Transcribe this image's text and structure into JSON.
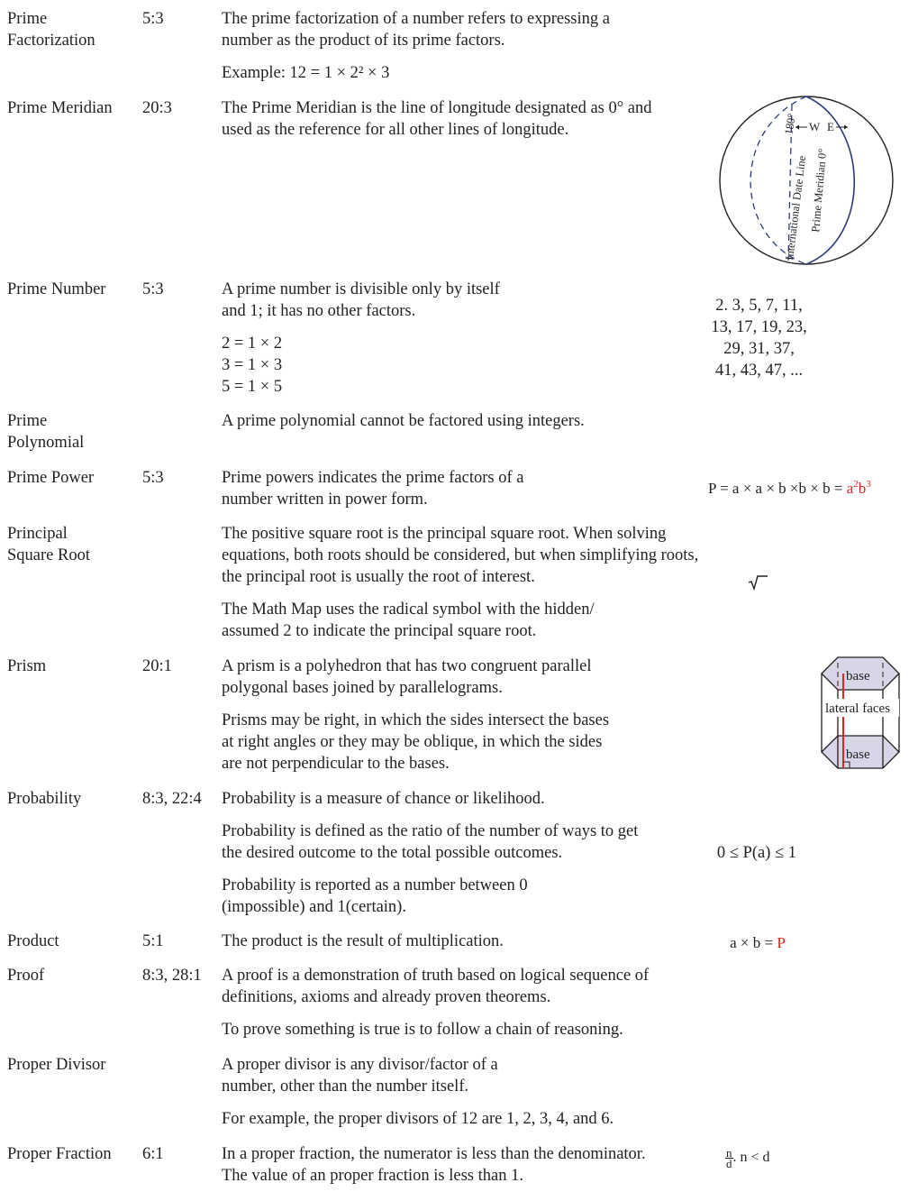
{
  "entries": [
    {
      "term": "Prime Factorization",
      "ref": "5:3",
      "desc": [
        "The prime factorization of a number refers to expressing a number as the product of its prime factors.",
        "Example: 12 = 1 × 2² × 3"
      ]
    },
    {
      "term": "Prime Meridian",
      "ref": "20:3",
      "desc": [
        "The Prime Meridian is the line of longitude designated as 0° and used as the reference for all other lines of longitude."
      ],
      "globe": {
        "idl_label": "International Date Line",
        "idl_deg": "180°",
        "pm_label": "Prime Meridian 0°",
        "west": "W",
        "east": "E"
      }
    },
    {
      "term": "Prime Number",
      "ref": "5:3",
      "desc": [
        "A prime number is divisible only by itself and 1; it has no other factors."
      ],
      "equations": [
        "2 = 1 × 2",
        "3 = 1 × 3",
        "5 = 1 × 5"
      ],
      "illus": [
        "2. 3, 5, 7, 11,",
        "13, 17, 19, 23,",
        "29, 31, 37,",
        "41, 43, 47, ..."
      ]
    },
    {
      "term": "Prime Polynomial",
      "ref": "",
      "desc": [
        "A prime polynomial cannot be factored using integers."
      ]
    },
    {
      "term": "Prime Power",
      "ref": "5:3",
      "desc": [
        "Prime powers indicates the prime factors of a number written in power form."
      ],
      "illus": {
        "prefix": "P = a × a × b ×b × b = ",
        "base_a": "a",
        "exp_a": "2",
        "base_b": "b",
        "exp_b": "3"
      }
    },
    {
      "term": "Principal Square Root",
      "ref": "",
      "desc": [
        "The positive square root is the principal square root. When solving equations, both roots should be considered, but when simplifying roots, the principal root is usually the root of interest.",
        "The Math Map uses the radical symbol with the hidden/ assumed 2 to indicate the principal square root."
      ]
    },
    {
      "term": "Prism",
      "ref": "20:1",
      "desc": [
        "A prism is a polyhedron that has two congruent parallel polygonal bases joined by parallelograms.",
        "Prisms may be right, in which the sides intersect the bases at right angles or they may be oblique, in which the sides are not perpendicular to the bases."
      ],
      "diagram": {
        "top": "base",
        "middle": "lateral faces",
        "bottom": "base"
      }
    },
    {
      "term": "Probability",
      "ref": "8:3, 22:4",
      "desc": [
        "Probability is a measure of chance or likelihood.",
        "Probability is defined as the ratio of the number of ways to get the desired outcome to the total possible outcomes.",
        "Probability is reported as a number between 0 (impossible) and 1(certain)."
      ],
      "illus": "0 ≤ P(a) ≤ 1"
    },
    {
      "term": "Product",
      "ref": "5:1",
      "desc": [
        "The product is the result of multiplication."
      ],
      "illus": {
        "prefix": "a × b = ",
        "result": "P"
      }
    },
    {
      "term": "Proof",
      "ref": "8:3, 28:1",
      "desc": [
        "A proof is a demonstration of truth based on logical sequence of definitions, axioms and already proven theorems.",
        "To prove something is true is to follow a chain of reasoning."
      ]
    },
    {
      "term": "Proper Divisor",
      "ref": "",
      "desc": [
        "A proper divisor is any divisor/factor of a number, other than the number itself.",
        "For example, the proper divisors of 12 are 1, 2, 3, 4, and 6."
      ]
    },
    {
      "term": "Proper Fraction",
      "ref": "6:1",
      "desc": [
        "In a proper fraction, the numerator is less than the denominator. The value of an proper fraction is less than 1."
      ],
      "illus": {
        "num": "n",
        "den": "d",
        "relation": "n < d"
      }
    }
  ],
  "colors": {
    "text": "#231f20",
    "accent": "#e0241f",
    "diagram_line": "#2e3a78",
    "diagram_fill": "#d7d6e6"
  }
}
